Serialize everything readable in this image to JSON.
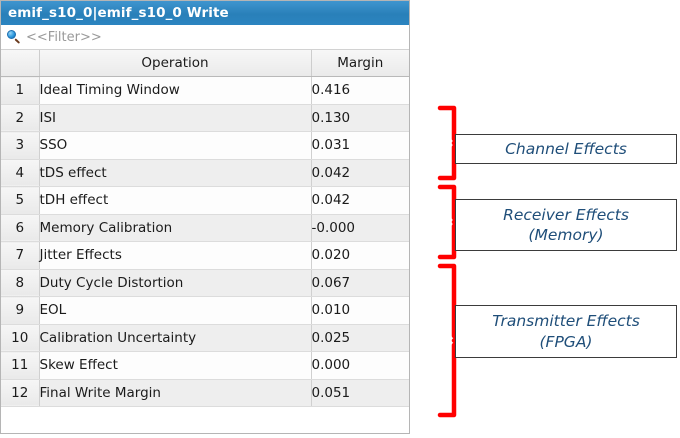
{
  "window": {
    "title": "emif_s10_0|emif_s10_0 Write"
  },
  "filter": {
    "icon": "search-icon",
    "placeholder": "<<Filter>>",
    "value": ""
  },
  "table": {
    "columns": [
      "",
      "Operation",
      "Margin"
    ],
    "rows": [
      {
        "index": "1",
        "operation": "Ideal Timing Window",
        "margin": "0.416"
      },
      {
        "index": "2",
        "operation": "ISI",
        "margin": "0.130"
      },
      {
        "index": "3",
        "operation": "SSO",
        "margin": "0.031"
      },
      {
        "index": "4",
        "operation": "tDS effect",
        "margin": "0.042"
      },
      {
        "index": "5",
        "operation": "tDH effect",
        "margin": "0.042"
      },
      {
        "index": "6",
        "operation": "Memory Calibration",
        "margin": "-0.000"
      },
      {
        "index": "7",
        "operation": "Jitter Effects",
        "margin": "0.020"
      },
      {
        "index": "8",
        "operation": "Duty Cycle Distortion",
        "margin": "0.067"
      },
      {
        "index": "9",
        "operation": "EOL",
        "margin": "0.010"
      },
      {
        "index": "10",
        "operation": "Calibration Uncertainty",
        "margin": "0.025"
      },
      {
        "index": "11",
        "operation": "Skew Effect",
        "margin": "0.000"
      },
      {
        "index": "12",
        "operation": "Final Write Margin",
        "margin": "0.051"
      }
    ]
  },
  "annotations": {
    "groups": [
      {
        "label_line1": "Channel Effects",
        "label_line2": "",
        "rows": "1-3"
      },
      {
        "label_line1": "Receiver Effects",
        "label_line2": "(Memory)",
        "rows": "4-6"
      },
      {
        "label_line1": "Transmitter Effects",
        "label_line2": "(FPGA)",
        "rows": "7-12"
      }
    ]
  },
  "colors": {
    "title_bar": "#2b84c0",
    "margin_value": "#2a2a8e",
    "brace": "#ff0000",
    "callout_text": "#1f4e79"
  }
}
